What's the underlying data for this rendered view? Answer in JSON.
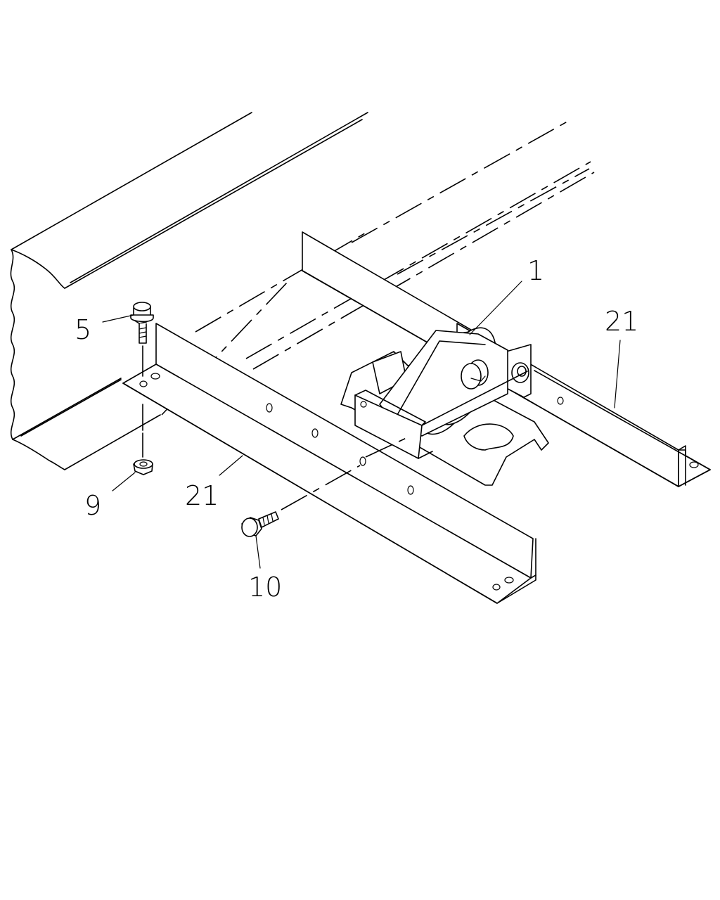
{
  "diagram": {
    "callouts": [
      {
        "id": "part-1",
        "label": "1"
      },
      {
        "id": "part-5",
        "label": "5"
      },
      {
        "id": "part-9",
        "label": "9"
      },
      {
        "id": "part-10",
        "label": "10"
      },
      {
        "id": "part-21-right",
        "label": "21"
      },
      {
        "id": "part-21-left",
        "label": "21"
      }
    ]
  }
}
